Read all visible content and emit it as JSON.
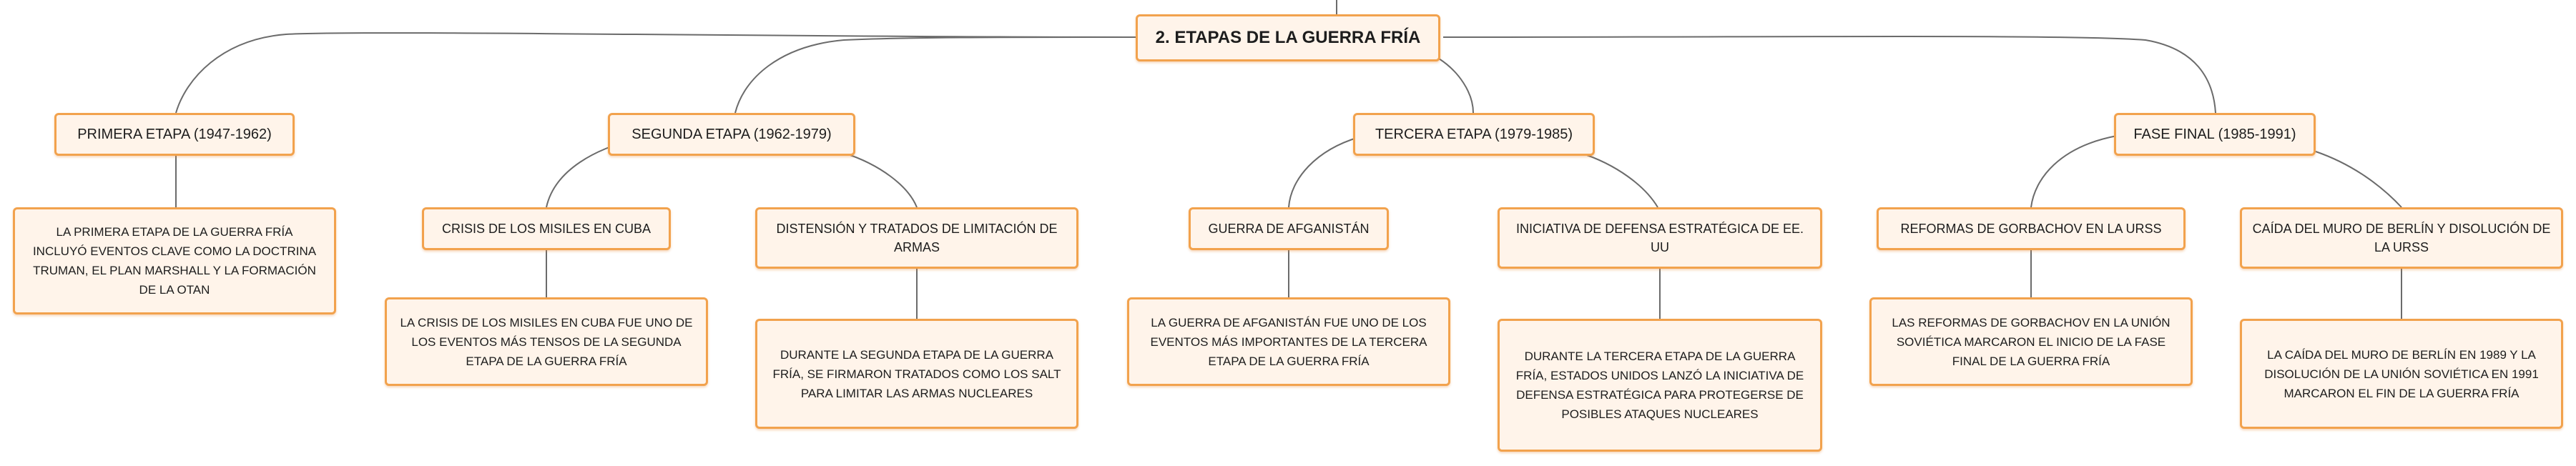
{
  "root": {
    "label": "2. ETAPAS DE LA GUERRA FRÍA"
  },
  "stages": [
    {
      "label": "PRIMERA ETAPA (1947-1962)",
      "details": [
        {
          "text": "LA PRIMERA ETAPA DE LA GUERRA FRÍA INCLUYÓ EVENTOS CLAVE COMO LA DOCTRINA TRUMAN, EL PLAN MARSHALL Y LA FORMACIÓN DE LA OTAN"
        }
      ]
    },
    {
      "label": "SEGUNDA ETAPA (1962-1979)",
      "topics": [
        {
          "label": "CRISIS DE LOS MISILES EN CUBA",
          "detail": "LA CRISIS DE LOS MISILES EN CUBA FUE UNO DE LOS EVENTOS MÁS TENSOS DE LA SEGUNDA ETAPA DE LA GUERRA FRÍA"
        },
        {
          "label": "DISTENSIÓN Y TRATADOS DE LIMITACIÓN DE ARMAS",
          "detail": "DURANTE LA SEGUNDA ETAPA DE LA GUERRA FRÍA, SE FIRMARON TRATADOS COMO LOS SALT PARA LIMITAR LAS ARMAS NUCLEARES"
        }
      ]
    },
    {
      "label": "TERCERA ETAPA (1979-1985)",
      "topics": [
        {
          "label": "GUERRA DE AFGANISTÁN",
          "detail": "LA GUERRA DE AFGANISTÁN FUE UNO DE LOS EVENTOS MÁS IMPORTANTES DE LA TERCERA ETAPA DE LA GUERRA FRÍA"
        },
        {
          "label": "INICIATIVA DE DEFENSA ESTRATÉGICA DE EE. UU",
          "detail": "DURANTE LA TERCERA ETAPA DE LA GUERRA FRÍA, ESTADOS UNIDOS LANZÓ LA INICIATIVA DE DEFENSA ESTRATÉGICA PARA PROTEGERSE DE POSIBLES ATAQUES NUCLEARES"
        }
      ]
    },
    {
      "label": "FASE FINAL (1985-1991)",
      "topics": [
        {
          "label": "REFORMAS DE GORBACHOV EN LA URSS",
          "detail": "LAS REFORMAS DE GORBACHOV EN LA UNIÓN SOVIÉTICA MARCARON EL INICIO DE LA FASE FINAL DE LA GUERRA FRÍA"
        },
        {
          "label": "CAÍDA DEL MURO DE BERLÍN Y DISOLUCIÓN DE LA URSS",
          "detail": "LA CAÍDA DEL MURO DE BERLÍN EN 1989 Y LA DISOLUCIÓN DE LA UNIÓN SOVIÉTICA EN 1991 MARCARON EL FIN DE LA GUERRA FRÍA"
        }
      ]
    }
  ]
}
